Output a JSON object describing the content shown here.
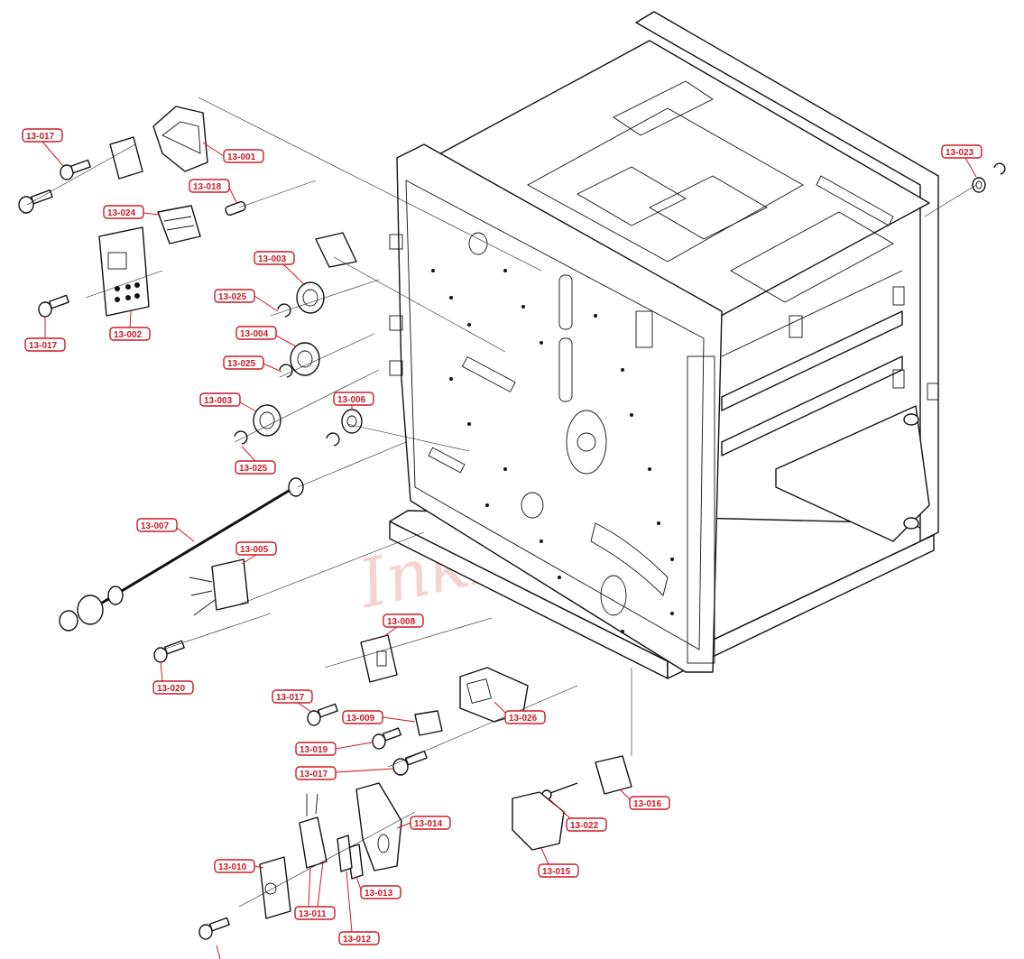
{
  "diagram": {
    "watermark_text": "InkPlanet",
    "colors": {
      "callout": "#cc1a25",
      "line": "#111111",
      "background": "#ffffff",
      "watermark": "#e8a0a0"
    },
    "callouts": [
      {
        "id": "c-13-017-a",
        "label": "13-017"
      },
      {
        "id": "c-13-001",
        "label": "13-001"
      },
      {
        "id": "c-13-018",
        "label": "13-018"
      },
      {
        "id": "c-13-024",
        "label": "13-024"
      },
      {
        "id": "c-13-017-b",
        "label": "13-017"
      },
      {
        "id": "c-13-002",
        "label": "13-002"
      },
      {
        "id": "c-13-003-a",
        "label": "13-003"
      },
      {
        "id": "c-13-025-a",
        "label": "13-025"
      },
      {
        "id": "c-13-004",
        "label": "13-004"
      },
      {
        "id": "c-13-025-b",
        "label": "13-025"
      },
      {
        "id": "c-13-003-b",
        "label": "13-003"
      },
      {
        "id": "c-13-006",
        "label": "13-006"
      },
      {
        "id": "c-13-025-c",
        "label": "13-025"
      },
      {
        "id": "c-13-007",
        "label": "13-007"
      },
      {
        "id": "c-13-005",
        "label": "13-005"
      },
      {
        "id": "c-13-020",
        "label": "13-020"
      },
      {
        "id": "c-13-008",
        "label": "13-008"
      },
      {
        "id": "c-13-017-c",
        "label": "13-017"
      },
      {
        "id": "c-13-009",
        "label": "13-009"
      },
      {
        "id": "c-13-026",
        "label": "13-026"
      },
      {
        "id": "c-13-019",
        "label": "13-019"
      },
      {
        "id": "c-13-017-d",
        "label": "13-017"
      },
      {
        "id": "c-13-016",
        "label": "13-016"
      },
      {
        "id": "c-13-022",
        "label": "13-022"
      },
      {
        "id": "c-13-014",
        "label": "13-014"
      },
      {
        "id": "c-13-015",
        "label": "13-015"
      },
      {
        "id": "c-13-010",
        "label": "13-010"
      },
      {
        "id": "c-13-013",
        "label": "13-013"
      },
      {
        "id": "c-13-011",
        "label": "13-011"
      },
      {
        "id": "c-13-012",
        "label": "13-012"
      },
      {
        "id": "c-13-023",
        "label": "13-023"
      }
    ]
  }
}
